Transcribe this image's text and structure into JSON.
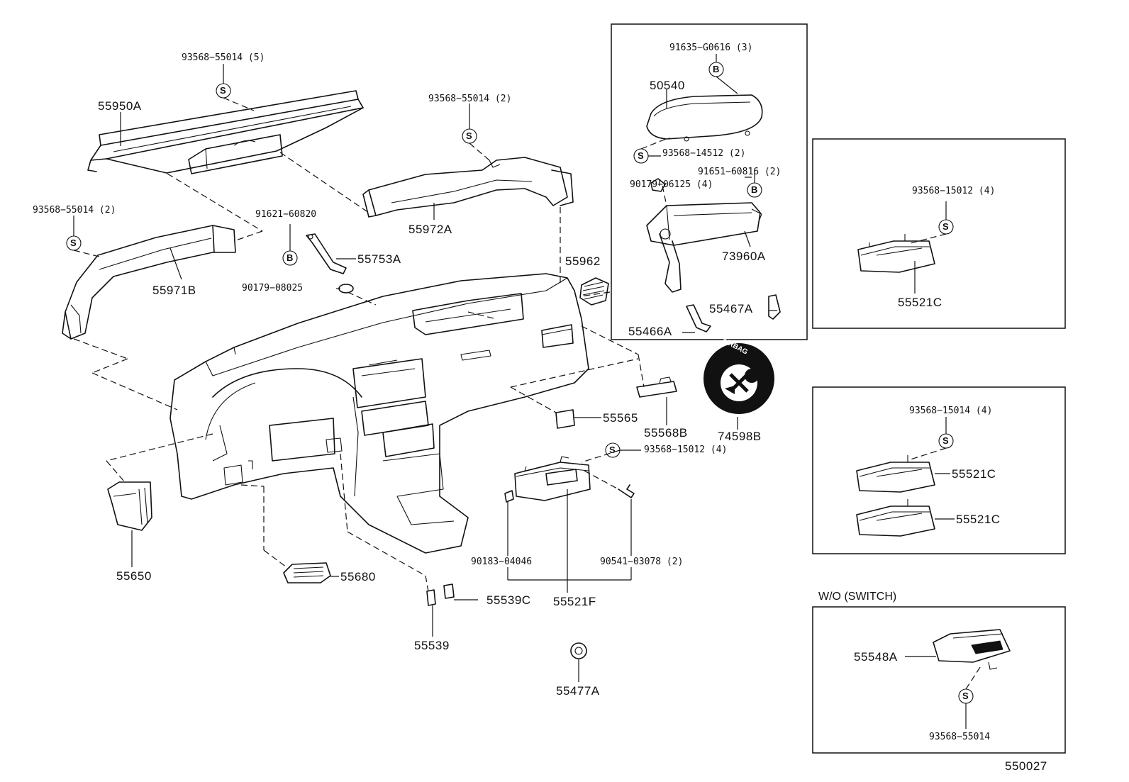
{
  "diagram_id": "550027",
  "header_wo_switch": "W/O (SWITCH)",
  "fastener_symbols": {
    "s": "S",
    "b": "B"
  },
  "airbag_label_text": "AIRBAG",
  "parts": {
    "p55950A": "55950A",
    "p93568_55014_5": "93568−55014 (5)",
    "p93568_55014_2_top": "93568−55014 (2)",
    "p55972A": "55972A",
    "p93568_55014_2_left": "93568−55014 (2)",
    "p91621_60820": "91621−60820",
    "p55753A": "55753A",
    "p55971B": "55971B",
    "p90179_08025": "90179−08025",
    "p55962": "55962",
    "p91635_G0616": "91635−G0616 (3)",
    "p50540": "50540",
    "p93568_14512": "93568−14512 (2)",
    "p91651_60816": "91651−60816 (2)",
    "p90179_06125": "90179−06125 (4)",
    "p73960A": "73960A",
    "p55467A": "55467A",
    "p55466A": "55466A",
    "p74598B": "74598B",
    "p55568B": "55568B",
    "p55565": "55565",
    "p93568_15012_main": "93568−15012 (4)",
    "p90183_04046": "90183−04046",
    "p90541_03078": "90541−03078 (2)",
    "p55521F": "55521F",
    "p55650": "55650",
    "p55680": "55680",
    "p55539C": "55539C",
    "p55539": "55539",
    "p55477A": "55477A",
    "p93568_15012_box": "93568−15012 (4)",
    "p55521C_a": "55521C",
    "p93568_15014": "93568−15014 (4)",
    "p55521C_b": "55521C",
    "p55521C_c": "55521C",
    "p55548A": "55548A",
    "p93568_55014_bottom": "93568−55014"
  }
}
